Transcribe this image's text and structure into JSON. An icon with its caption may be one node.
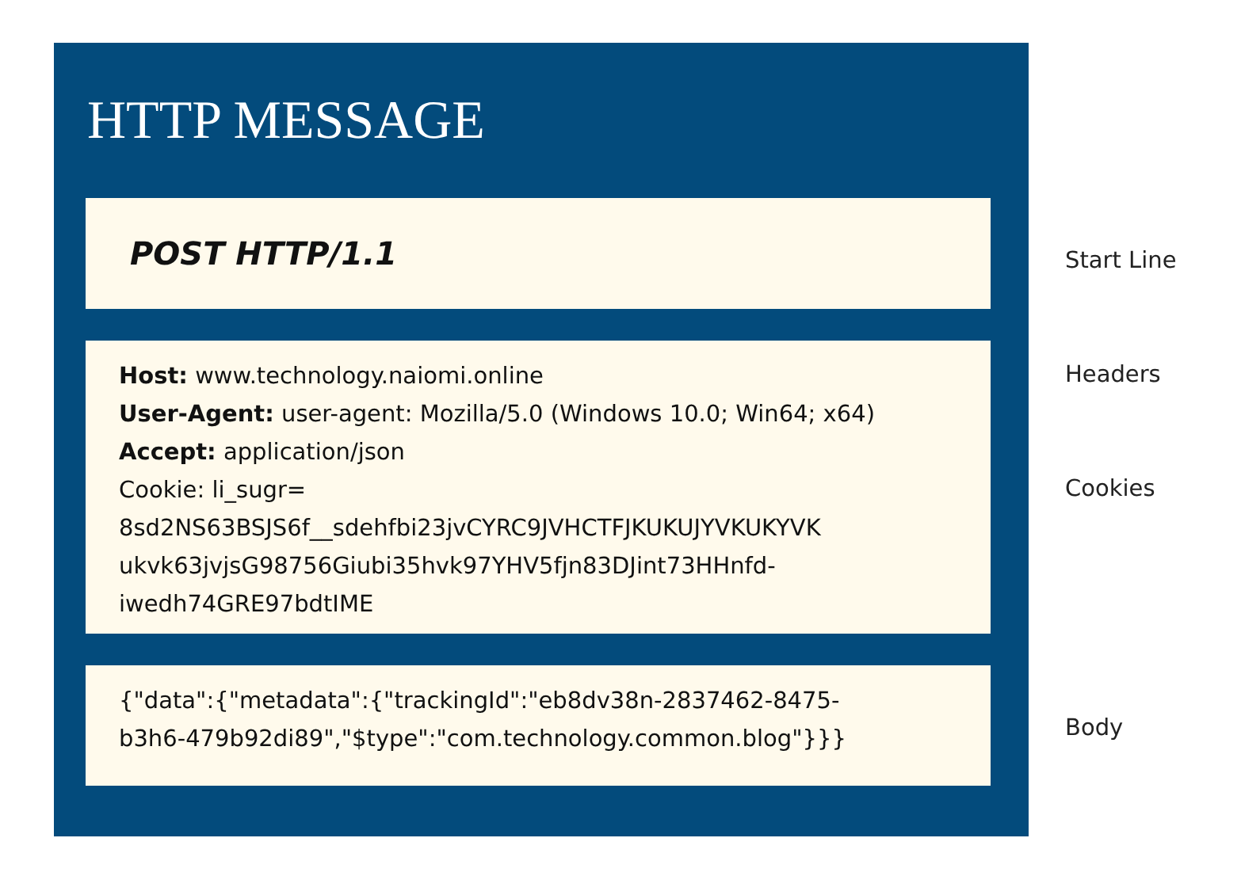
{
  "diagram": {
    "nodes": [
      {
        "text": [
          "HTTP MESSAGE"
        ]
      },
      {
        "text": [
          "POST HTTP/1.1"
        ],
        "in": 0
      },
      {
        "text": [
          "**Host:** www.technology.naiomi.online",
          "**User-Agent:** user-agent: Mozilla/5.0 (Windows 10.0; Win64; x64)",
          "**Accept:** application/json",
          "Cookie: li_sugr= 8sd2NS63BSJS6f__sdehfbi23jvCYRC9JVHCTFJKUKUJYVKUKYVK ukvk63jvjsG98756Giubi35hvk97YHV5fjn83DJint73HHnfd- iwedh74GRE97bdtIME"
        ],
        "in": 0
      },
      {
        "text": [
          "{\"data\":{\"metadata\":{\"trackingId\":\"eb8dv38n-2837462-8475- b3h6-479b92di89\",\"$type\":\"com.technology.common.blog\"}}}"
        ],
        "in": 0
      }
    ],
    "labels": [
      "Start Line",
      "Headers",
      "Cookies",
      "Body"
    ]
  }
}
